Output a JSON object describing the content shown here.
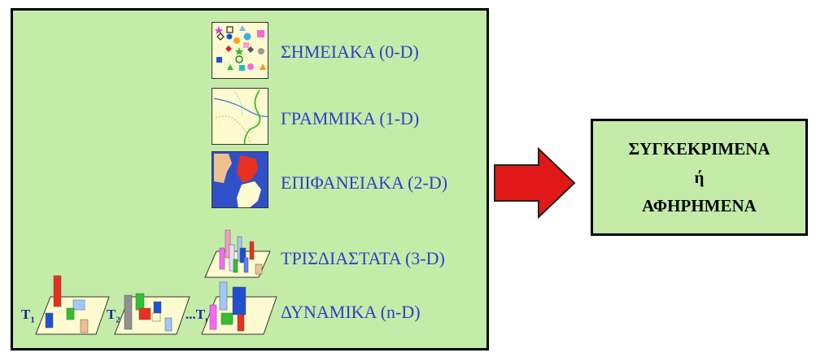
{
  "categories": [
    {
      "id": "point",
      "label": "ΣΗΜΕΙΑΚΑ (0-D)"
    },
    {
      "id": "line",
      "label": "ΓΡΑΜΜΙΚΑ (1-D)"
    },
    {
      "id": "surface",
      "label": "ΕΠΙΦΑΝΕΙΑΚΑ (2-D)"
    },
    {
      "id": "threed",
      "label": "ΤΡΙΣΔΙΑΣΤΑΤΑ (3-D)"
    },
    {
      "id": "dynamic",
      "label": "ΔΥΝΑΜΙΚΑ (n-D)"
    }
  ],
  "time_labels": {
    "t1": {
      "base": "T",
      "sub": "1"
    },
    "t2": {
      "base": "T",
      "sub": "2"
    },
    "tn": {
      "base": "...T",
      "sub": "n"
    }
  },
  "result": {
    "line1": "ΣΥΓΚΕΚΡΙΜΕΝΑ",
    "line2": "ή",
    "line3": "ΑΦΗΡΗΜΕΝΑ"
  },
  "colors": {
    "panel_bg": "#c4eca8",
    "label_text": "#2f3fc8",
    "arrow_fill": "#e01818",
    "thumb_bg": "#fdfbcf"
  }
}
